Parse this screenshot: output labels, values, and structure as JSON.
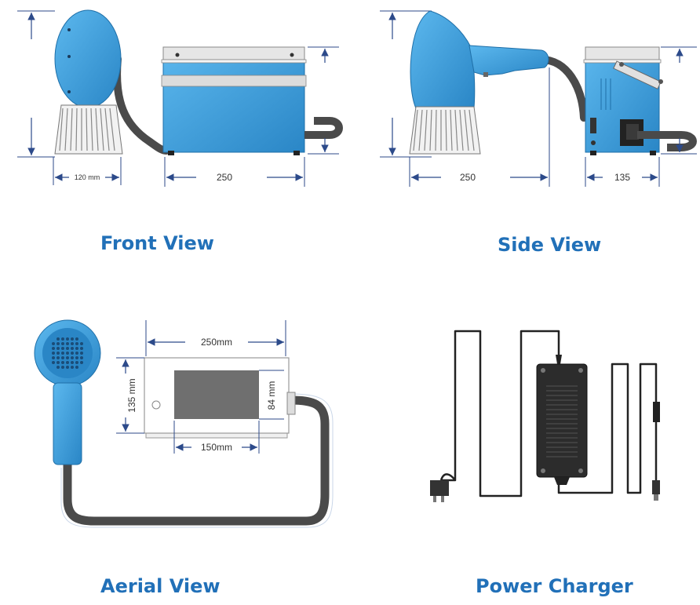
{
  "views": {
    "front": {
      "caption": "Front View",
      "width_left": "120 mm",
      "width_right": "250"
    },
    "side": {
      "caption": "Side View",
      "length": "250",
      "depth": "135"
    },
    "aerial": {
      "caption": "Aerial View",
      "width": "250mm",
      "depth": "135 mm",
      "screen_width": "150mm",
      "screen_height": "84 mm"
    },
    "charger": {
      "caption": "Power Charger"
    }
  },
  "colors": {
    "device_blue": "#3aa1e0",
    "device_dark": "#1f6fa8",
    "cable": "#4a4a4a",
    "caption": "#2170b8",
    "dimension": "#2c4a8a"
  }
}
